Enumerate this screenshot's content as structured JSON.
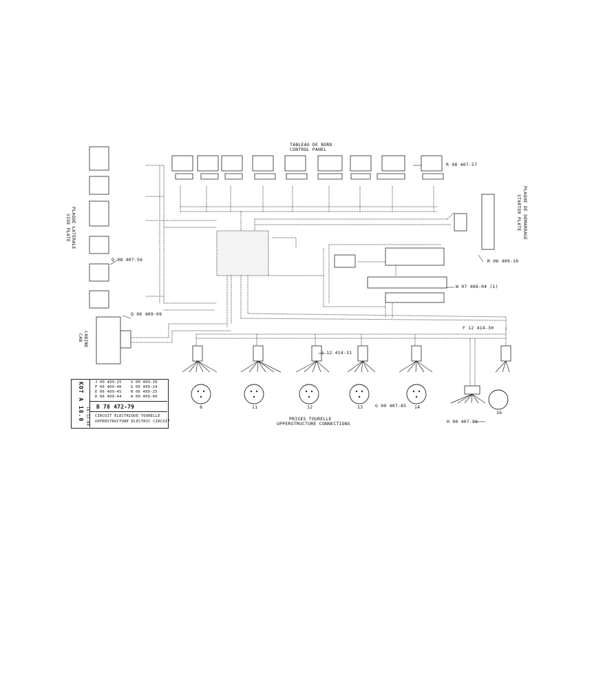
{
  "panel": {
    "title_fr": "TABLEAU DE BORD",
    "title_en": "CONTROL PANEL",
    "ref": "R 08 407-57"
  },
  "side_plate": {
    "title_fr": "PLAQUE LATERALE",
    "title_en": "SIDE PLATE",
    "ref": "Q 08 407-56"
  },
  "starter_plate": {
    "title_fr": "PLAQUE DE DEMARRAGE",
    "title_en": "STARTER PLATE",
    "ref": "R 06 409-10"
  },
  "cab": {
    "title_fr": "CABINE",
    "title_en": "CAB",
    "ref": "Q 06 409-09"
  },
  "fuse_block": {
    "ref": "W 07 408-04 (1)"
  },
  "harness": {
    "ref_g": "G 12 414-31",
    "ref_f": "F 12 414-30"
  },
  "connections": {
    "title_fr": "PRISES TOURELLE",
    "title_en": "UPPERSTRUCTURE CONNECTIONS",
    "ref_g": "G 00 407-85",
    "ref_h": "H 00 407-86",
    "sockets": [
      "8",
      "11",
      "12",
      "13",
      "14"
    ],
    "socket_h": "16"
  },
  "legend": {
    "doc_number": "B 78 472-79",
    "title_fr": "CIRCUIT ELECTRIQUE TOURELLE",
    "title_en": "UPPERSTRUCTURE ELECTRIC CIRCUIT",
    "side_code": "KOT A 18.0",
    "side_date": "16-12-84",
    "items": [
      "J 00 409-25",
      "F 06 409-46",
      "E 06 409-45",
      "D 06 409-44",
      "S 00 409-39",
      "G 06 409-24",
      "H 06 409-25",
      "A 00 409-40"
    ]
  }
}
